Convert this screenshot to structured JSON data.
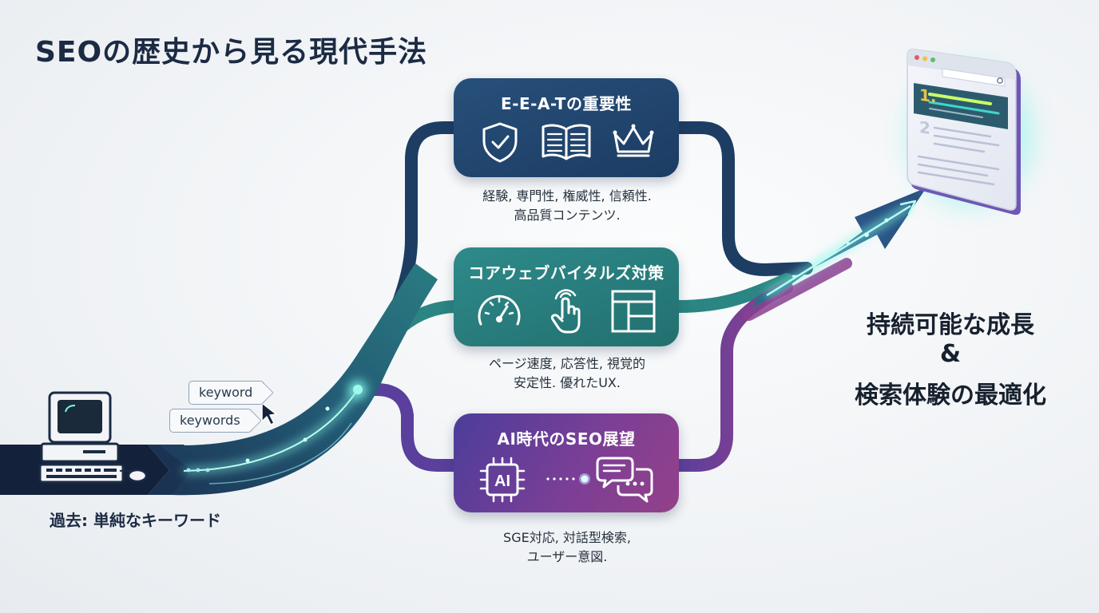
{
  "title": "SEOの歴史から見る現代手法",
  "past": {
    "label": "過去: 単純なキーワード",
    "tags": [
      "keyword",
      "keywords"
    ]
  },
  "cards": [
    {
      "title": "E-E-A-Tの重要性",
      "description_lines": [
        "経験, 専門性, 権威性, 信頼性.",
        "高品質コンテンツ."
      ],
      "icons": [
        "shield-check-icon",
        "open-book-icon",
        "crown-icon"
      ]
    },
    {
      "title": "コアウェブバイタルズ対策",
      "description_lines": [
        "ページ速度, 応答性, 視覚的",
        "安定性. 優れたUX."
      ],
      "icons": [
        "speedometer-icon",
        "touch-hand-icon",
        "layout-icon"
      ]
    },
    {
      "title": "AI時代のSEO展望",
      "description_lines": [
        "SGE対応, 対話型検索,",
        "ユーザー意図."
      ],
      "icons": [
        "ai-chip-icon",
        "chat-bubbles-icon"
      ],
      "chip_text": "AI"
    }
  ],
  "result": {
    "line1": "持続可能な成長",
    "line2": "&",
    "line3": "検索体験の最適化"
  },
  "browser": {
    "ranks": [
      "1.",
      "2"
    ]
  },
  "colors": {
    "navy": "#1c3c63",
    "teal": "#2b8582",
    "purple": "#7a3f96",
    "glow": "#7ff5e6",
    "title": "#1c2b44"
  }
}
